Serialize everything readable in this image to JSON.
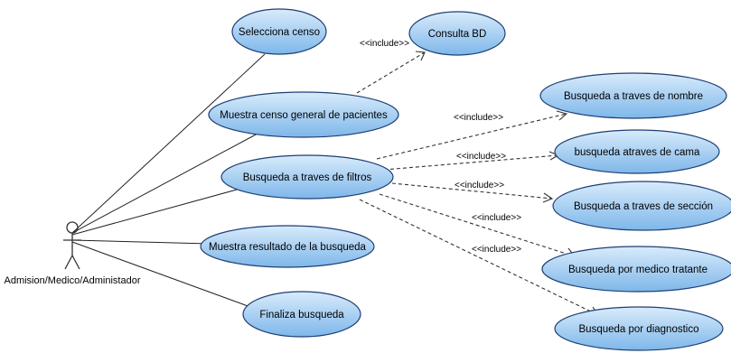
{
  "actor": {
    "name": "Admision/Medico/Administador"
  },
  "use_cases": {
    "selecciona": "Selecciona censo",
    "consulta": "Consulta BD",
    "muestra_censo": "Muestra censo general de pacientes",
    "filtros": "Busqueda a traves de filtros",
    "resultado": "Muestra resultado de la busqueda",
    "finaliza": "Finaliza busqueda",
    "nombre": "Busqueda a traves de nombre",
    "cama": "busqueda atraves de cama",
    "seccion": "Busqueda a traves de sección",
    "medico": "Busqueda por medico tratante",
    "diagnostico": "Busqueda por diagnostico"
  },
  "relations": {
    "include_label": "<<include>>",
    "include_label_2": "<<include>>"
  },
  "colors": {
    "fill_top": "#d8ebfb",
    "fill_bottom": "#7eb7ea",
    "stroke": "#1f3f73"
  }
}
